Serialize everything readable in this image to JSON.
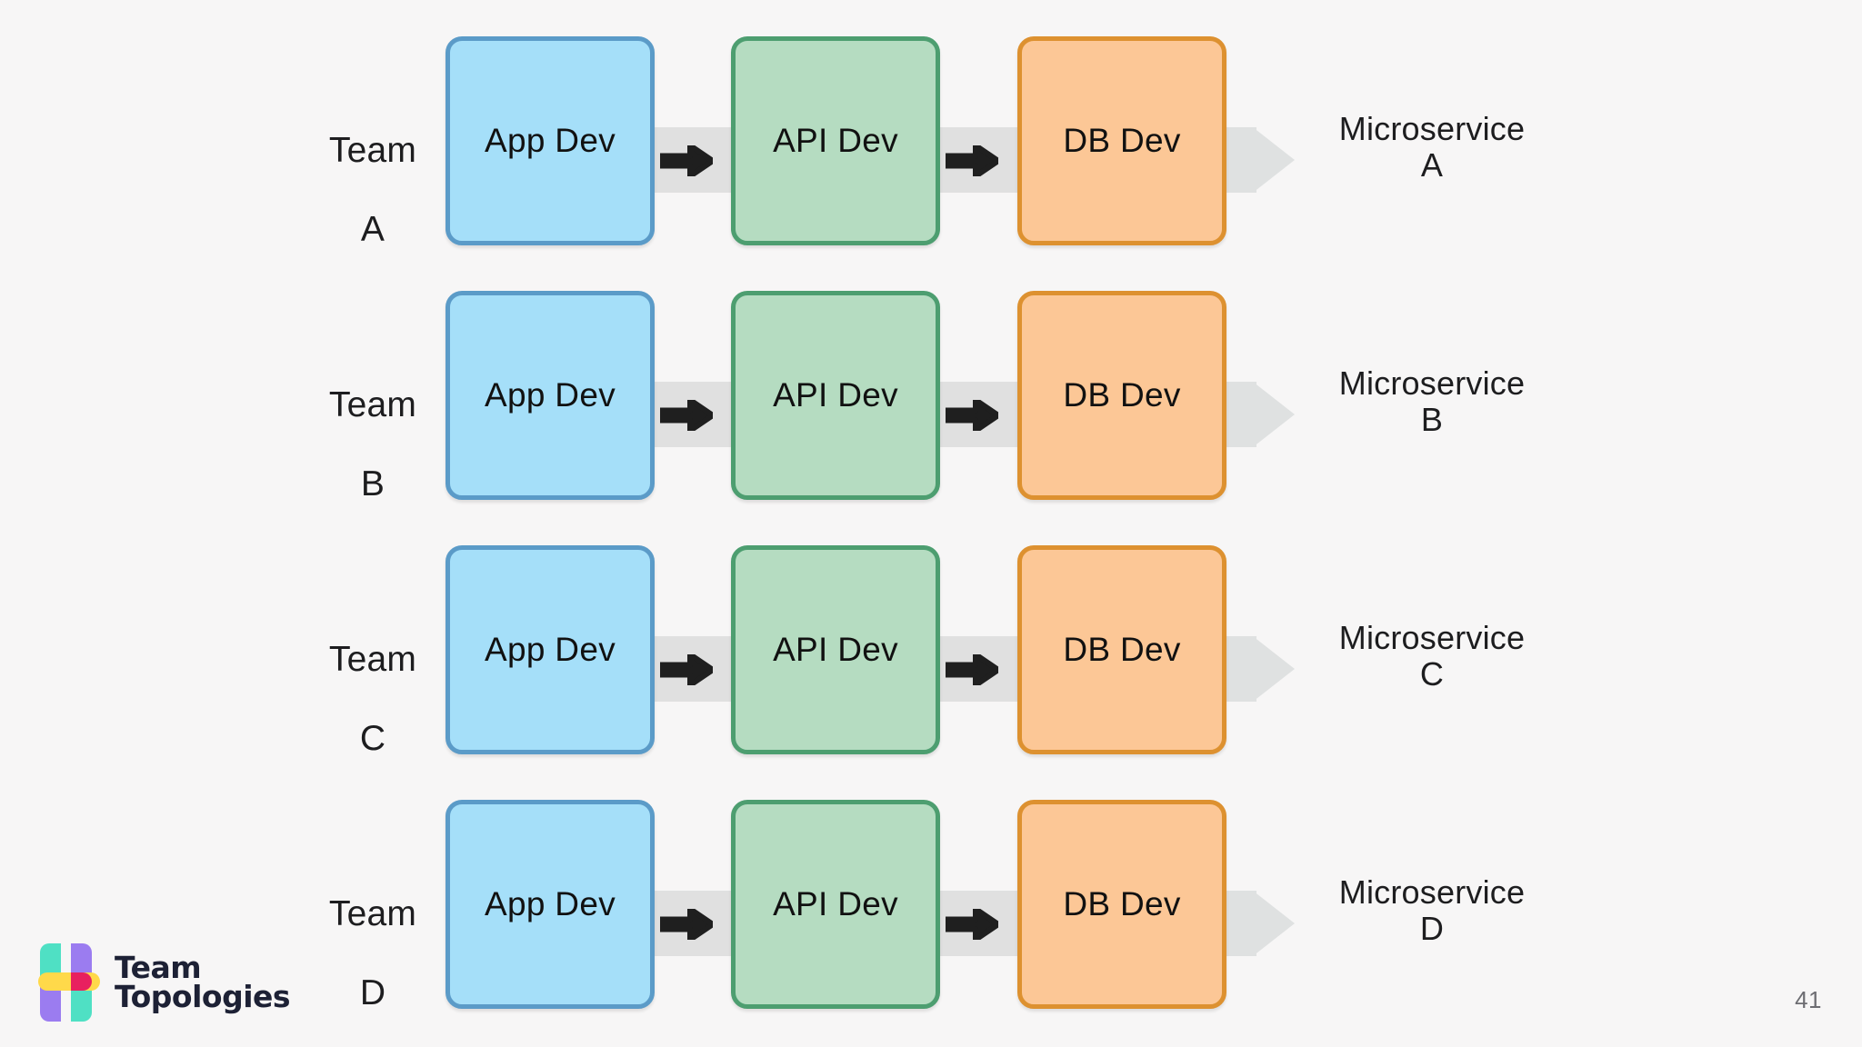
{
  "slide": {
    "background_color": "#f7f6f6",
    "page_number": "41"
  },
  "diagram": {
    "type": "flow-matrix",
    "stage_labels": [
      "App Dev",
      "API Dev",
      "DB Dev"
    ],
    "stage_colors": [
      {
        "name": "app-dev",
        "fill": "#a5dff9",
        "border": "#5b9bc8"
      },
      {
        "name": "api-dev",
        "fill": "#b5dcc1",
        "border": "#4d9e70"
      },
      {
        "name": "db-dev",
        "fill": "#fcc796",
        "border": "#dd9130"
      }
    ],
    "ribbon_color": "#e0e0e0",
    "arrow_color": "#1f1f1f",
    "rows": [
      {
        "team_prefix": "Team",
        "team_suffix": "A",
        "stages": [
          "App Dev",
          "API Dev",
          "DB Dev"
        ],
        "output_prefix": "Microservice",
        "output_suffix": "A"
      },
      {
        "team_prefix": "Team",
        "team_suffix": "B",
        "stages": [
          "App Dev",
          "API Dev",
          "DB Dev"
        ],
        "output_prefix": "Microservice",
        "output_suffix": "B"
      },
      {
        "team_prefix": "Team",
        "team_suffix": "C",
        "stages": [
          "App Dev",
          "API Dev",
          "DB Dev"
        ],
        "output_prefix": "Microservice",
        "output_suffix": "C"
      },
      {
        "team_prefix": "Team",
        "team_suffix": "D",
        "stages": [
          "App Dev",
          "API Dev",
          "DB Dev"
        ],
        "output_prefix": "Microservice",
        "output_suffix": "D"
      }
    ]
  },
  "logo": {
    "line1": "Team",
    "line2": "Topologies",
    "colors": {
      "teal": "#4fe0c4",
      "purple": "#9b7cf0",
      "yellow": "#ffd94a",
      "pink": "#e8205f",
      "text": "#1d2135"
    }
  }
}
